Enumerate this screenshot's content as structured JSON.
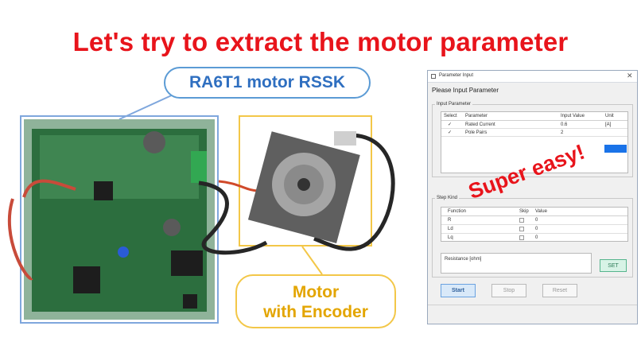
{
  "headline": "Let's try to extract the motor parameter",
  "callouts": {
    "board": "RA6T1 motor RSSK",
    "motor_line1": "Motor",
    "motor_line2": "with Encoder",
    "super_easy": "Super easy!"
  },
  "dialog": {
    "title": "Parameter Input",
    "prompt": "Please Input Parameter",
    "input_group": "Input Parameter",
    "input_headers": [
      "Select",
      "Parameter",
      "Input Value",
      "Unit"
    ],
    "input_rows": [
      {
        "checked": true,
        "parameter": "Rated Current",
        "value": "0.6",
        "unit": "[A]"
      },
      {
        "checked": true,
        "parameter": "Pole Pairs",
        "value": "2",
        "unit": ""
      }
    ],
    "step_group": "Step Kind",
    "step_headers": [
      "Function",
      "Skip",
      "Value"
    ],
    "step_rows": [
      {
        "function": "R",
        "value": "0"
      },
      {
        "function": "Ld",
        "value": "0"
      },
      {
        "function": "Lq",
        "value": "0"
      }
    ],
    "result_label": "Resistance [ohm]",
    "set_label": "SET",
    "buttons": {
      "start": "Start",
      "stop": "Stop",
      "reset": "Reset"
    }
  },
  "colors": {
    "headline": "#e8141b",
    "board_callout": "#2f6fc0",
    "motor_callout": "#e3a500",
    "selection": "#1a73e8"
  }
}
